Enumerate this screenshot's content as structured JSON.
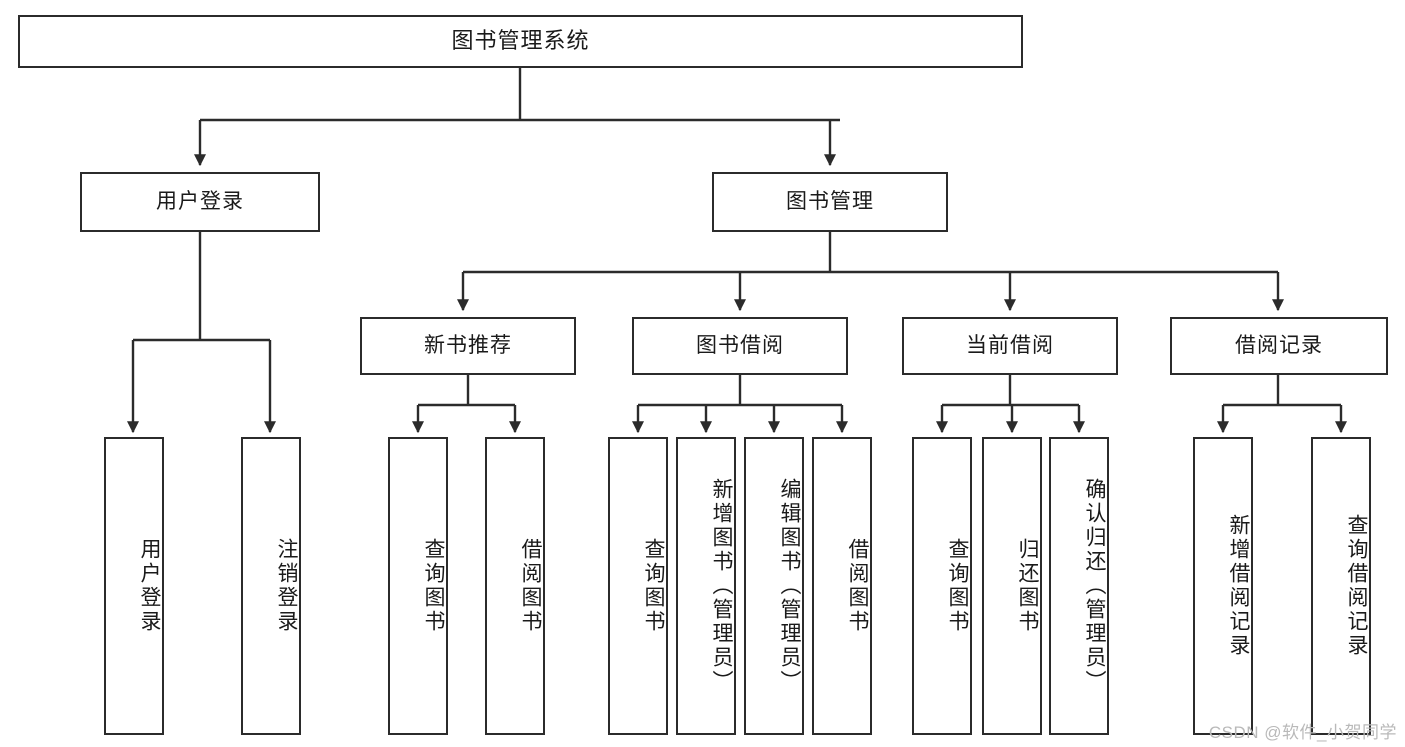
{
  "diagram": {
    "title": "图书管理系统",
    "type": "tree",
    "colors": {
      "stroke": "#2b2b2b",
      "fill": "#ffffff",
      "text": "#1a1a1a",
      "watermark": "#b9b9b9"
    },
    "root": {
      "label": "图书管理系统"
    },
    "level2": [
      {
        "label": "用户登录"
      },
      {
        "label": "图书管理"
      }
    ],
    "level3": [
      {
        "label": "新书推荐"
      },
      {
        "label": "图书借阅"
      },
      {
        "label": "当前借阅"
      },
      {
        "label": "借阅记录"
      }
    ],
    "leaves": {
      "user_login": [
        {
          "label": "用户登录"
        },
        {
          "label": "注销登录"
        }
      ],
      "new_book_recommend": [
        {
          "label": "查询图书"
        },
        {
          "label": "借阅图书"
        }
      ],
      "book_borrow": [
        {
          "label": "查询图书"
        },
        {
          "label": "新增图书（管理员）"
        },
        {
          "label": "编辑图书（管理员）"
        },
        {
          "label": "借阅图书"
        }
      ],
      "current_borrow": [
        {
          "label": "查询图书"
        },
        {
          "label": "归还图书"
        },
        {
          "label": "确认归还（管理员）"
        }
      ],
      "borrow_record": [
        {
          "label": "新增借阅记录"
        },
        {
          "label": "查询借阅记录"
        }
      ]
    }
  },
  "watermark": {
    "text": "CSDN @软件_小贺同学"
  }
}
